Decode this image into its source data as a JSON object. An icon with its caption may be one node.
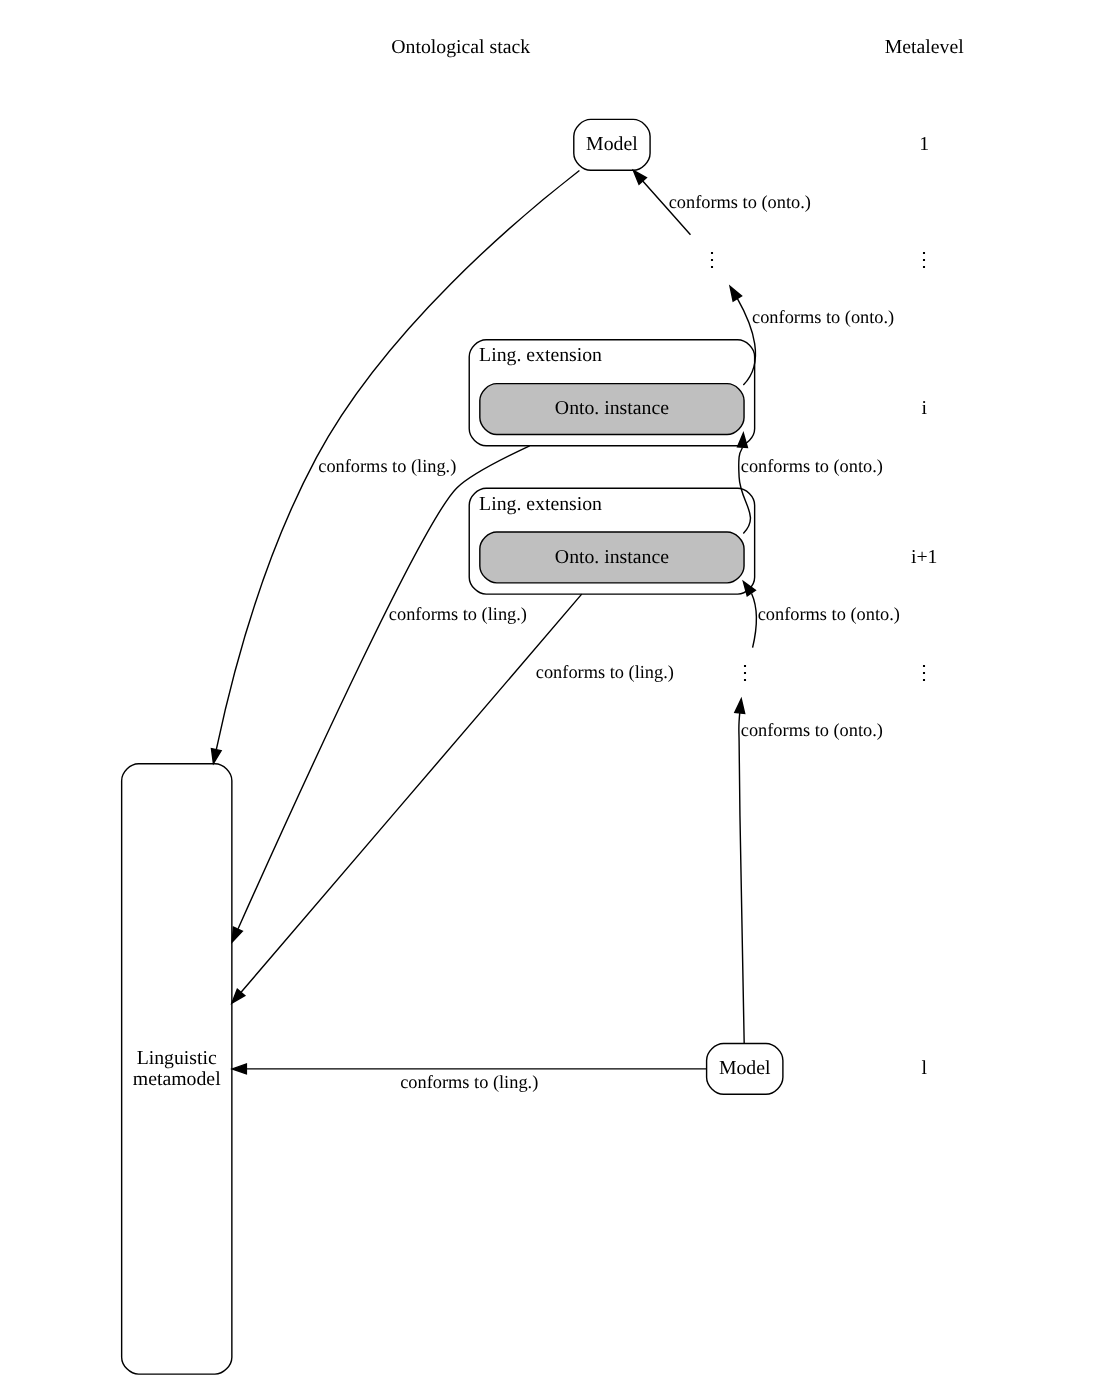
{
  "diagram": {
    "nodes": [
      {
        "text": [
          "Linguistic metamodel"
        ]
      },
      {
        "text": [
          "Model"
        ]
      },
      {
        "text": [
          "⋮"
        ]
      },
      {
        "text": [
          "Ling. extension"
        ]
      },
      {
        "text": [
          "Onto. instance"
        ],
        "in": 3
      },
      {
        "text": [
          "Ling. extension"
        ]
      },
      {
        "text": [
          "Onto. instance"
        ],
        "in": 5
      },
      {
        "text": [
          "⋮"
        ]
      },
      {
        "text": [
          "Model"
        ]
      }
    ],
    "edges": [
      {
        "from": 8,
        "to": 7,
        "arrow": "to",
        "label": "conforms to (onto.)"
      },
      {
        "from": 7,
        "to": 6,
        "arrow": "to",
        "label": "conforms to (onto.)"
      },
      {
        "from": 6,
        "to": 4,
        "arrow": "to",
        "label": "conforms to (onto.)"
      },
      {
        "from": 4,
        "to": 2,
        "arrow": "to",
        "label": "conforms to (onto.)"
      },
      {
        "from": 2,
        "to": 1,
        "arrow": "to",
        "label": "conforms to (onto.)"
      },
      {
        "from": 1,
        "to": 0,
        "arrow": "to",
        "label": "conforms to (ling.)"
      },
      {
        "from": 3,
        "to": 0,
        "arrow": "to",
        "label": "conforms to (ling.)"
      },
      {
        "from": 5,
        "to": 0,
        "arrow": "to",
        "label": "conforms to (ling.)"
      },
      {
        "from": 8,
        "to": 0,
        "arrow": "to",
        "label": "conforms to (ling.)"
      }
    ],
    "labels": [
      "Ontological stack",
      "Metalevel",
      "1",
      "⋮",
      "i",
      "i+1",
      "⋮",
      "l"
    ]
  }
}
